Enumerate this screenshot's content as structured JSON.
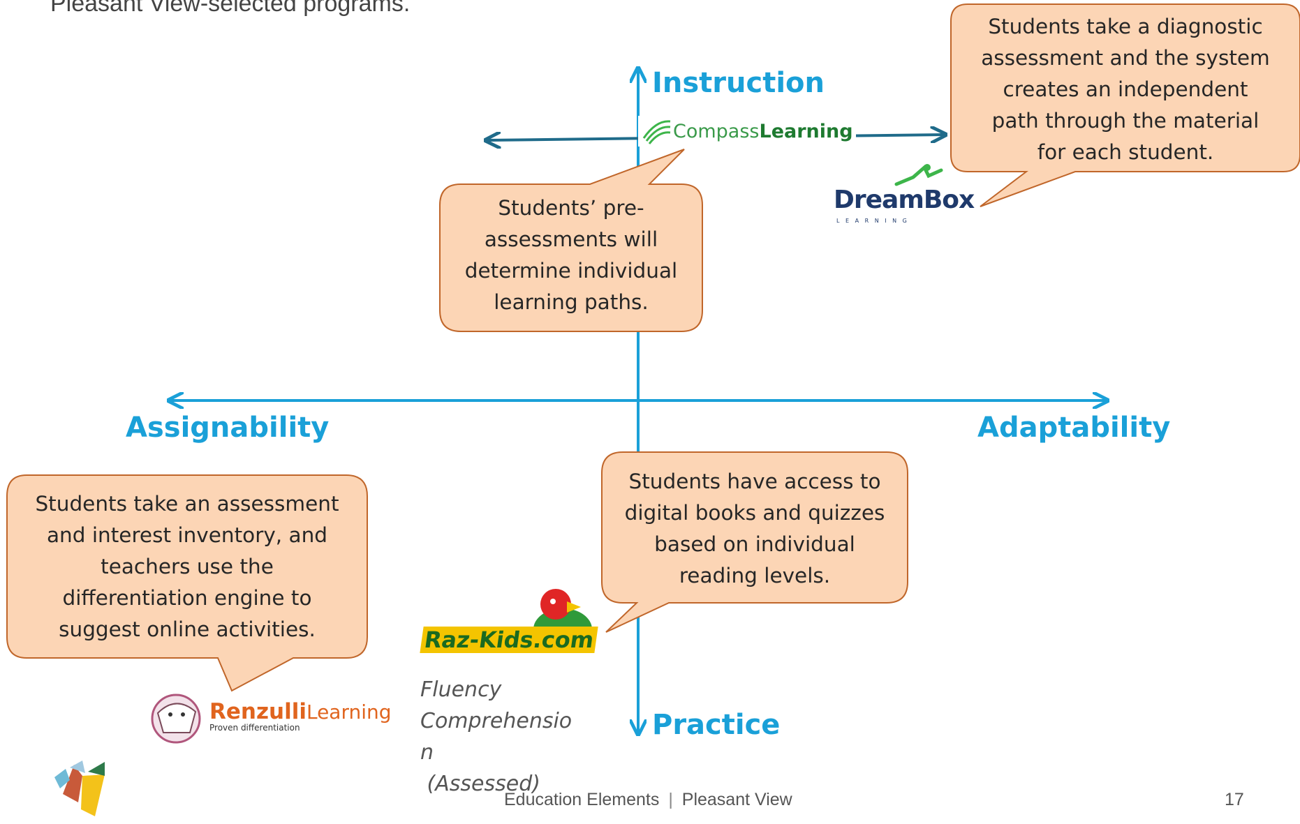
{
  "intro_text": "Pleasant View-selected programs.",
  "axes": {
    "top": "Instruction",
    "bottom": "Practice",
    "left": "Assignability",
    "right": "Adaptability"
  },
  "logos": {
    "compass": {
      "prefix": "Compass",
      "suffix": "Learning"
    },
    "dreambox": {
      "main": "DreamBox",
      "sub": "L E A R N I N G"
    },
    "razkids": {
      "main": "Raz-Kids.com"
    },
    "renzulli": {
      "main": "Renzulli",
      "suffix": "Learning",
      "tagline": "Proven differentiation"
    }
  },
  "callouts": {
    "dreambox": [
      "Students take a diagnostic",
      "assessment and the system",
      "creates an independent",
      "path through the material",
      "for each student."
    ],
    "compass": [
      "Students’ pre-",
      "assessments will",
      "determine individual",
      "learning paths."
    ],
    "renzulli": [
      "Students take an assessment",
      "and interest inventory, and",
      "teachers use the",
      "differentiation engine to",
      "suggest online activities."
    ],
    "razkids": [
      "Students have access to",
      "digital books and quizzes",
      "based on individual",
      "reading levels."
    ]
  },
  "razkids_note": [
    "Fluency",
    "Comprehensio",
    "n",
    " (Assessed)"
  ],
  "footer": {
    "org": "Education Elements",
    "separator": "|",
    "site": "Pleasant View",
    "page": "17"
  },
  "colors": {
    "axis": "#1aa0d8",
    "bubble_fill": "#fcd5b5",
    "bubble_stroke": "#c0662a",
    "dark_arrow": "#1f6b8a"
  }
}
